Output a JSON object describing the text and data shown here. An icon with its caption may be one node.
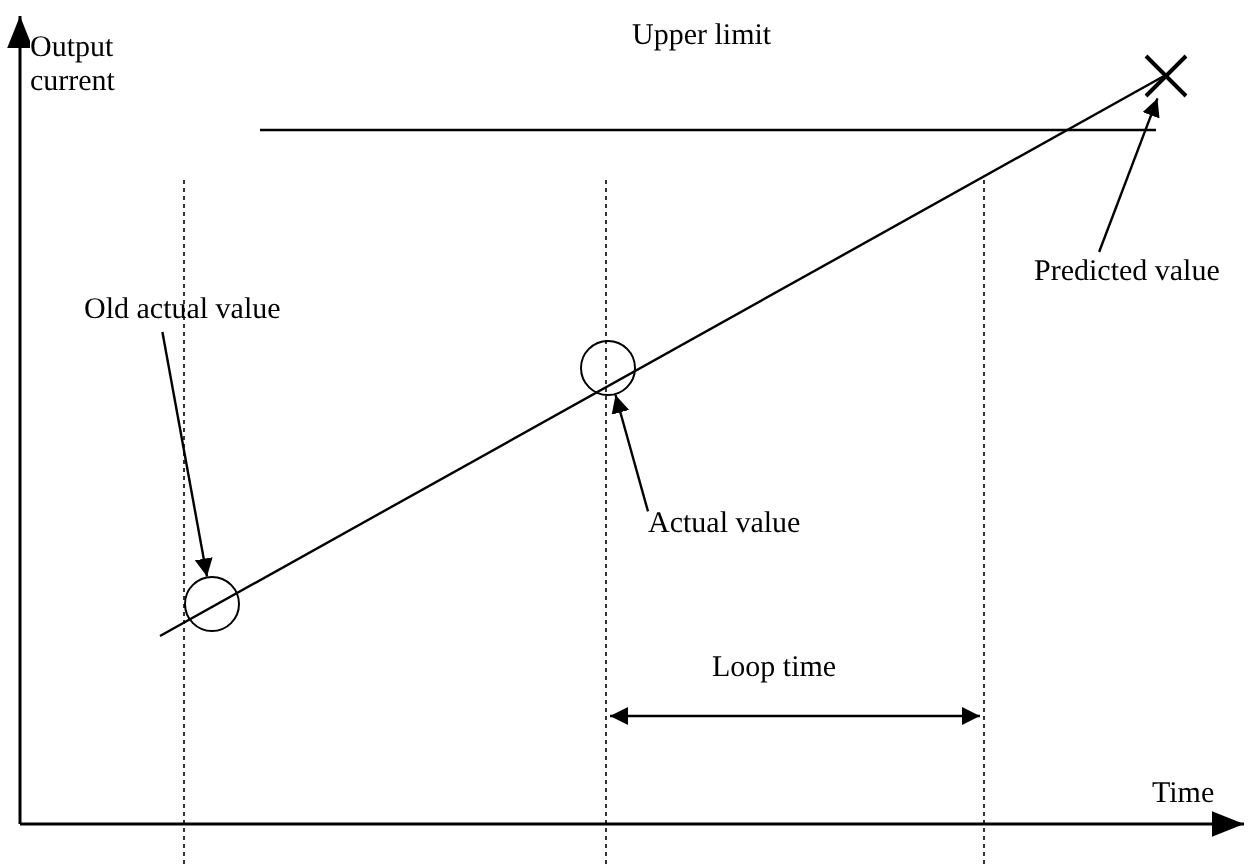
{
  "diagram": {
    "nodes": [
      {
        "text": [
          "Old actual value"
        ]
      },
      {
        "text": [],
        "shape": "circle"
      },
      {
        "text": [
          "Actual value"
        ]
      },
      {
        "text": [],
        "shape": "circle"
      },
      {
        "text": [
          "Predicted value"
        ]
      },
      {
        "text": [],
        "shape": "cross"
      }
    ],
    "edges": [
      {
        "from": 0,
        "to": 1,
        "arrow": "to"
      },
      {
        "from": 2,
        "to": 3,
        "arrow": "to"
      },
      {
        "from": 4,
        "to": 5,
        "arrow": "to"
      }
    ],
    "labels": [
      "Output current",
      "Upper limit",
      "Loop time",
      "Time"
    ]
  }
}
